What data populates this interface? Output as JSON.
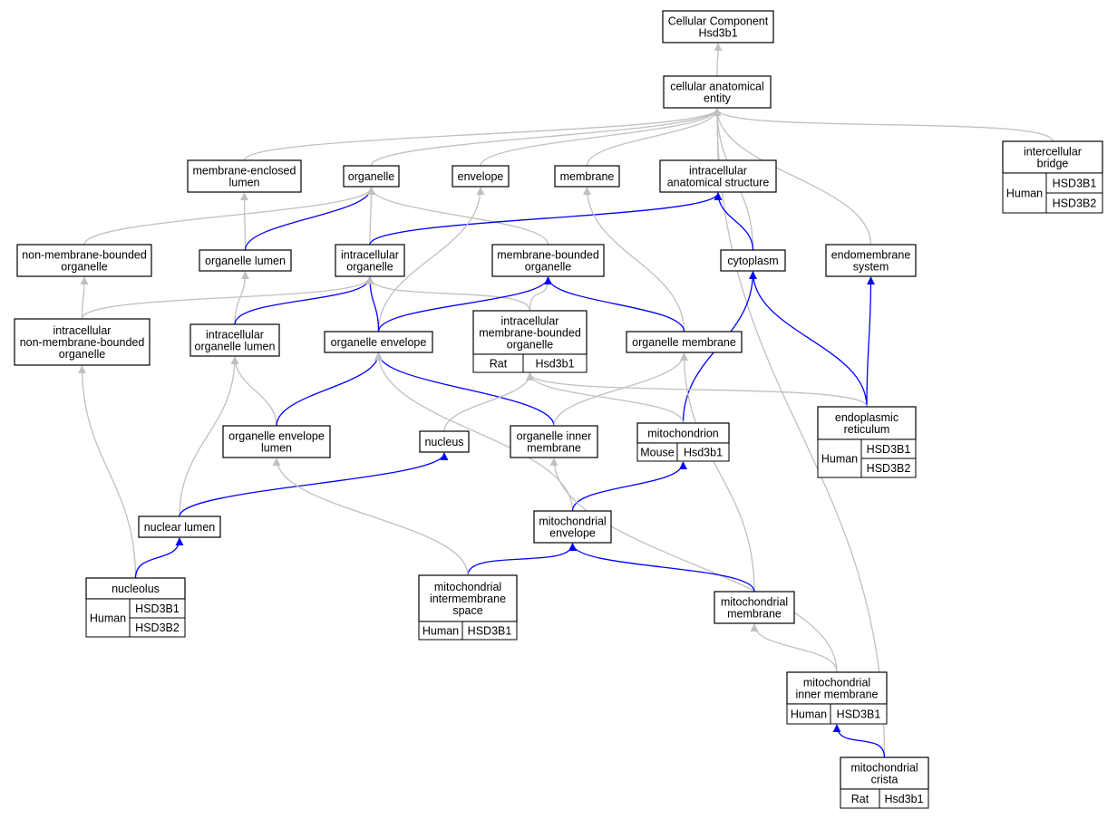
{
  "colors": {
    "blue_edge": "#0000ff",
    "grey_edge": "#c0c0c0",
    "human": "#ff6347",
    "rat": "#ffd700",
    "mouse": "#add8e6"
  },
  "nodes": [
    {
      "id": "cc",
      "lines": [
        "Cellular Component",
        "Hsd3b1"
      ]
    },
    {
      "id": "cae",
      "lines": [
        "cellular anatomical",
        "entity"
      ]
    },
    {
      "id": "mel",
      "lines": [
        "membrane-enclosed",
        "lumen"
      ]
    },
    {
      "id": "org",
      "lines": [
        "organelle"
      ]
    },
    {
      "id": "env",
      "lines": [
        "envelope"
      ]
    },
    {
      "id": "mem",
      "lines": [
        "membrane"
      ]
    },
    {
      "id": "ias",
      "lines": [
        "intracellular",
        "anatomical structure"
      ]
    },
    {
      "id": "ib",
      "lines": [
        "intercellular",
        "bridge"
      ]
    },
    {
      "id": "nmbo",
      "lines": [
        "non-membrane-bounded",
        "organelle"
      ]
    },
    {
      "id": "ol",
      "lines": [
        "organelle lumen"
      ]
    },
    {
      "id": "io",
      "lines": [
        "intracellular",
        "organelle"
      ]
    },
    {
      "id": "mbo",
      "lines": [
        "membrane-bounded",
        "organelle"
      ]
    },
    {
      "id": "cyt",
      "lines": [
        "cytoplasm"
      ]
    },
    {
      "id": "ems",
      "lines": [
        "endomembrane",
        "system"
      ]
    },
    {
      "id": "inmbo",
      "lines": [
        "intracellular",
        "non-membrane-bounded",
        "organelle"
      ]
    },
    {
      "id": "iol",
      "lines": [
        "intracellular",
        "organelle lumen"
      ]
    },
    {
      "id": "oe",
      "lines": [
        "organelle envelope"
      ]
    },
    {
      "id": "imbo",
      "lines": [
        "intracellular",
        "membrane-bounded",
        "organelle"
      ]
    },
    {
      "id": "om",
      "lines": [
        "organelle membrane"
      ]
    },
    {
      "id": "oel",
      "lines": [
        "organelle envelope",
        "lumen"
      ]
    },
    {
      "id": "nuc",
      "lines": [
        "nucleus"
      ]
    },
    {
      "id": "oim",
      "lines": [
        "organelle inner",
        "membrane"
      ]
    },
    {
      "id": "mito",
      "lines": [
        "mitochondrion"
      ]
    },
    {
      "id": "er",
      "lines": [
        "endoplasmic",
        "reticulum"
      ]
    },
    {
      "id": "nl",
      "lines": [
        "nuclear lumen"
      ]
    },
    {
      "id": "me",
      "lines": [
        "mitochondrial",
        "envelope"
      ]
    },
    {
      "id": "nucl",
      "lines": [
        "nucleolus"
      ]
    },
    {
      "id": "mis",
      "lines": [
        "mitochondrial",
        "intermembrane",
        "space"
      ]
    },
    {
      "id": "mm",
      "lines": [
        "mitochondrial",
        "membrane"
      ]
    },
    {
      "id": "mim",
      "lines": [
        "mitochondrial",
        "inner membrane"
      ]
    },
    {
      "id": "mc",
      "lines": [
        "mitochondrial",
        "crista"
      ]
    }
  ],
  "annotations": [
    {
      "node": "ib",
      "species": "Human",
      "genes": [
        "HSD3B1",
        "HSD3B2"
      ]
    },
    {
      "node": "imbo",
      "species": "Rat",
      "genes": [
        "Hsd3b1"
      ]
    },
    {
      "node": "mito",
      "species": "Mouse",
      "genes": [
        "Hsd3b1"
      ]
    },
    {
      "node": "er",
      "species": "Human",
      "genes": [
        "HSD3B1",
        "HSD3B2"
      ]
    },
    {
      "node": "nucl",
      "species": "Human",
      "genes": [
        "HSD3B1",
        "HSD3B2"
      ]
    },
    {
      "node": "mis",
      "species": "Human",
      "genes": [
        "HSD3B1"
      ]
    },
    {
      "node": "mim",
      "species": "Human",
      "genes": [
        "HSD3B1"
      ]
    },
    {
      "node": "mc",
      "species": "Rat",
      "genes": [
        "Hsd3b1"
      ]
    }
  ],
  "edges": [
    {
      "from": "cae",
      "to": "cc",
      "type": "grey"
    },
    {
      "from": "mel",
      "to": "cae",
      "type": "grey"
    },
    {
      "from": "org",
      "to": "cae",
      "type": "grey"
    },
    {
      "from": "env",
      "to": "cae",
      "type": "grey"
    },
    {
      "from": "mem",
      "to": "cae",
      "type": "grey"
    },
    {
      "from": "ias",
      "to": "cae",
      "type": "grey"
    },
    {
      "from": "ib",
      "to": "cae",
      "type": "grey"
    },
    {
      "from": "cyt",
      "to": "cae",
      "type": "grey"
    },
    {
      "from": "ems",
      "to": "cae",
      "type": "grey"
    },
    {
      "from": "mc",
      "to": "cae",
      "type": "grey"
    },
    {
      "from": "ol",
      "to": "mel",
      "type": "grey"
    },
    {
      "from": "ol",
      "to": "org",
      "type": "blue"
    },
    {
      "from": "nmbo",
      "to": "org",
      "type": "grey"
    },
    {
      "from": "io",
      "to": "org",
      "type": "grey"
    },
    {
      "from": "mbo",
      "to": "org",
      "type": "grey"
    },
    {
      "from": "io",
      "to": "ias",
      "type": "blue"
    },
    {
      "from": "cyt",
      "to": "ias",
      "type": "blue"
    },
    {
      "from": "oe",
      "to": "env",
      "type": "grey"
    },
    {
      "from": "om",
      "to": "mem",
      "type": "grey"
    },
    {
      "from": "inmbo",
      "to": "nmbo",
      "type": "grey"
    },
    {
      "from": "inmbo",
      "to": "io",
      "type": "grey"
    },
    {
      "from": "iol",
      "to": "ol",
      "type": "grey"
    },
    {
      "from": "iol",
      "to": "io",
      "type": "blue"
    },
    {
      "from": "oe",
      "to": "io",
      "type": "blue"
    },
    {
      "from": "imbo",
      "to": "io",
      "type": "grey"
    },
    {
      "from": "oe",
      "to": "mbo",
      "type": "blue"
    },
    {
      "from": "imbo",
      "to": "mbo",
      "type": "grey"
    },
    {
      "from": "om",
      "to": "mbo",
      "type": "blue"
    },
    {
      "from": "mito",
      "to": "cyt",
      "type": "blue"
    },
    {
      "from": "er",
      "to": "cyt",
      "type": "blue"
    },
    {
      "from": "er",
      "to": "ems",
      "type": "blue"
    },
    {
      "from": "nucl",
      "to": "inmbo",
      "type": "grey"
    },
    {
      "from": "nl",
      "to": "iol",
      "type": "grey"
    },
    {
      "from": "oel",
      "to": "iol",
      "type": "grey"
    },
    {
      "from": "oel",
      "to": "oe",
      "type": "blue"
    },
    {
      "from": "oim",
      "to": "oe",
      "type": "blue"
    },
    {
      "from": "me",
      "to": "oe",
      "type": "grey"
    },
    {
      "from": "nuc",
      "to": "imbo",
      "type": "grey"
    },
    {
      "from": "mito",
      "to": "imbo",
      "type": "grey"
    },
    {
      "from": "er",
      "to": "imbo",
      "type": "grey"
    },
    {
      "from": "oim",
      "to": "om",
      "type": "grey"
    },
    {
      "from": "mm",
      "to": "om",
      "type": "grey"
    },
    {
      "from": "nl",
      "to": "nuc",
      "type": "blue"
    },
    {
      "from": "me",
      "to": "mito",
      "type": "blue"
    },
    {
      "from": "mim",
      "to": "oim",
      "type": "grey"
    },
    {
      "from": "nucl",
      "to": "nl",
      "type": "blue"
    },
    {
      "from": "mis",
      "to": "me",
      "type": "blue"
    },
    {
      "from": "mm",
      "to": "me",
      "type": "blue"
    },
    {
      "from": "mis",
      "to": "oel",
      "type": "grey"
    },
    {
      "from": "mim",
      "to": "mm",
      "type": "grey"
    },
    {
      "from": "mc",
      "to": "mim",
      "type": "blue"
    }
  ]
}
